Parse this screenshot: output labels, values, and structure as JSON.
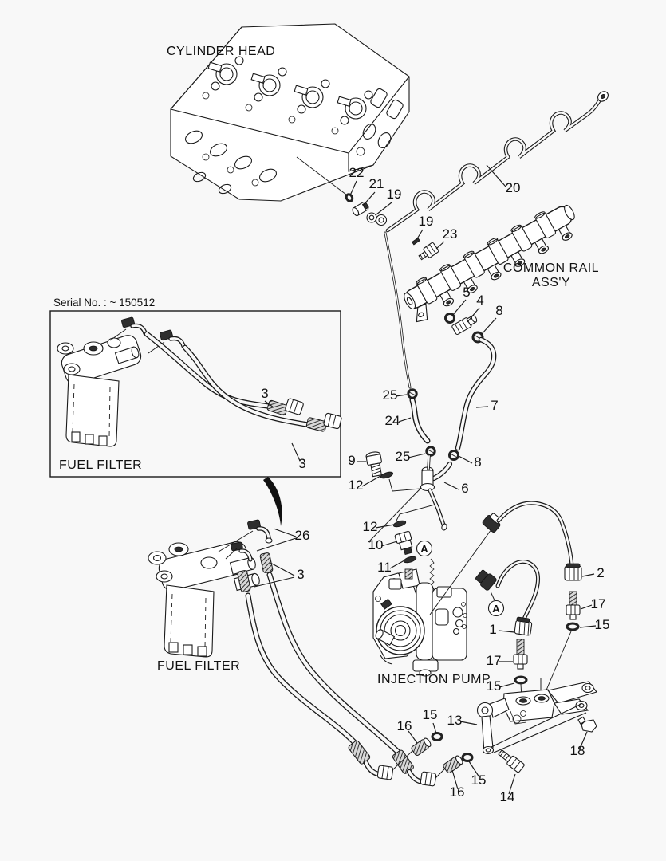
{
  "colors": {
    "background": "#f8f8f8",
    "ink": "#1a1a1a",
    "paper": "#ffffff",
    "dark_fitting": "#2e2e2e"
  },
  "diagram": {
    "type": "exploded-parts-diagram",
    "subject": "Engine fuel system piping"
  },
  "labels": {
    "cylinder_head": "CYLINDER HEAD",
    "common_rail_line1": "COMMON RAIL",
    "common_rail_line2": "ASS'Y",
    "serial_no": "Serial No. : ~ 150512",
    "fuel_filter_upper": "FUEL FILTER",
    "fuel_filter_lower": "FUEL FILTER",
    "injection_pump": "INJECTION PUMP",
    "detail_marker": "A"
  },
  "callouts": [
    {
      "text": "22"
    },
    {
      "text": "21"
    },
    {
      "text": "19"
    },
    {
      "text": "19"
    },
    {
      "text": "23"
    },
    {
      "text": "20"
    },
    {
      "text": "5"
    },
    {
      "text": "4"
    },
    {
      "text": "8"
    },
    {
      "text": "3"
    },
    {
      "text": "3"
    },
    {
      "text": "25"
    },
    {
      "text": "24"
    },
    {
      "text": "7"
    },
    {
      "text": "9"
    },
    {
      "text": "25"
    },
    {
      "text": "8"
    },
    {
      "text": "12"
    },
    {
      "text": "6"
    },
    {
      "text": "12"
    },
    {
      "text": "10"
    },
    {
      "text": "11"
    },
    {
      "text": "26"
    },
    {
      "text": "3"
    },
    {
      "text": "2"
    },
    {
      "text": "17"
    },
    {
      "text": "15"
    },
    {
      "text": "1"
    },
    {
      "text": "17"
    },
    {
      "text": "15"
    },
    {
      "text": "13"
    },
    {
      "text": "16"
    },
    {
      "text": "15"
    },
    {
      "text": "18"
    },
    {
      "text": "15"
    },
    {
      "text": "16"
    },
    {
      "text": "14"
    }
  ]
}
